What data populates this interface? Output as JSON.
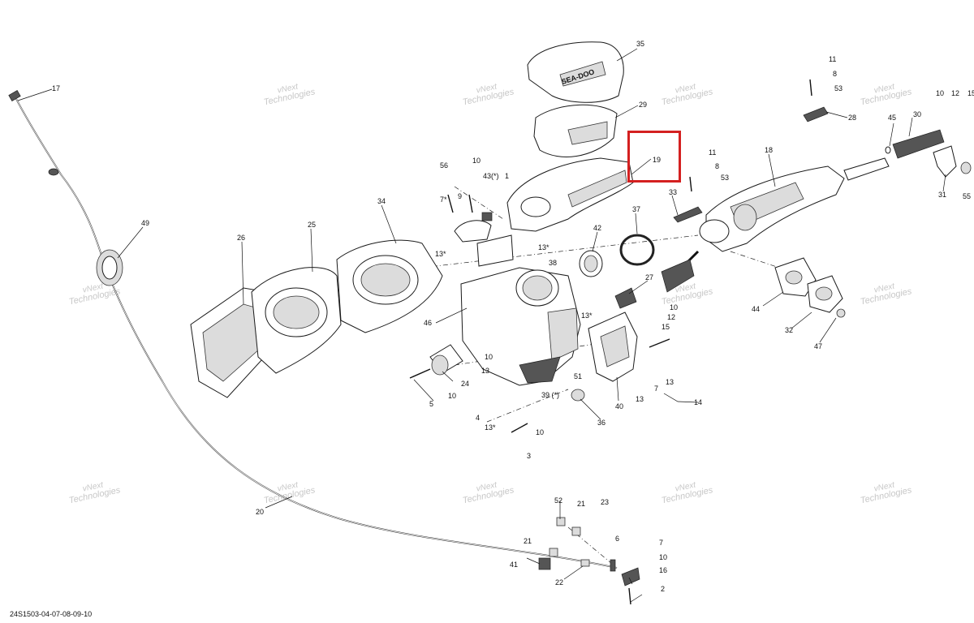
{
  "diagram": {
    "watermark_text": [
      "vNext",
      "Technologies"
    ],
    "footer_code": "24S1503-04-07-08-09-10",
    "highlight_color": "#d42020",
    "highlighted_part": "19",
    "logo_text": "SEA-DOO",
    "part_labels": [
      "1",
      "2",
      "3",
      "4",
      "5",
      "6",
      "7",
      "7*",
      "8",
      "9",
      "10",
      "11",
      "12",
      "13",
      "13*",
      "14",
      "15",
      "16",
      "17",
      "18",
      "19",
      "20",
      "21",
      "22",
      "23",
      "24",
      "25",
      "26",
      "27",
      "28",
      "29",
      "30",
      "31",
      "32",
      "33",
      "34",
      "35",
      "36",
      "37",
      "38",
      "39 (*)",
      "40",
      "41",
      "42",
      "43(*)",
      "44",
      "45",
      "46",
      "47",
      "49",
      "51",
      "52",
      "53",
      "55",
      "56"
    ]
  }
}
